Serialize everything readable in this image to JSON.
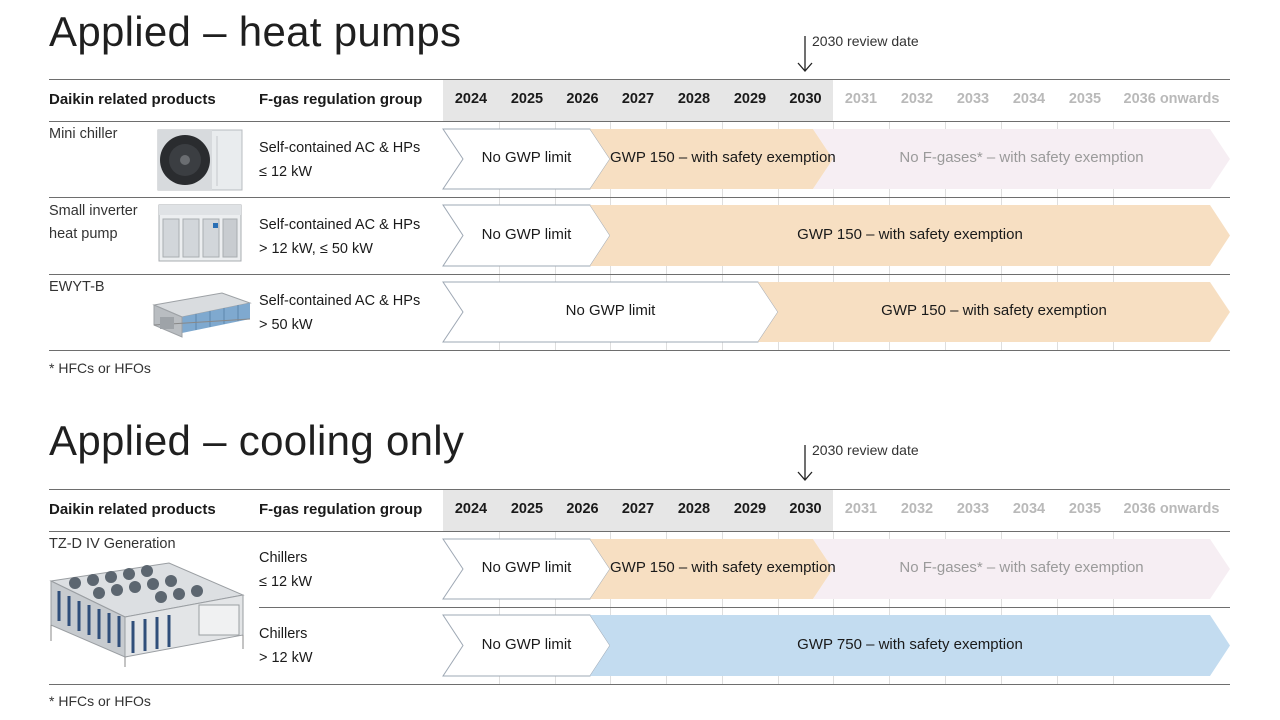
{
  "colors": {
    "none": "#ffffff",
    "gwp150": "#f7dfc2",
    "nofgas": "#f6eef3",
    "gwp750": "#c3dcf0",
    "future_year": "#b9b9b9",
    "header_shade": "#e6e6e6"
  },
  "sections": [
    {
      "title": "Applied – heat pumps",
      "review": "2030 review date",
      "headers": {
        "products": "Daikin related products",
        "group": "F-gas regulation group"
      },
      "years": [
        "2024",
        "2025",
        "2026",
        "2027",
        "2028",
        "2029",
        "2030",
        "2031",
        "2032",
        "2033",
        "2034",
        "2035",
        "2036 onwards"
      ],
      "rows": [
        {
          "product": "Mini chiller",
          "product_image": "mini-chiller-unit",
          "group_line1": "Self-contained AC & HPs",
          "group_line2": "≤ 12 kW",
          "bars": [
            {
              "label": "No GWP limit",
              "start": "2024",
              "end": "2026",
              "color": "none"
            },
            {
              "label": "GWP 150 – with safety exemption",
              "start": "2027",
              "end": "2030",
              "color": "gwp150"
            },
            {
              "label": "No F-gases* – with safety exemption",
              "start": "2031",
              "end": "2036 onwards",
              "color": "nofgas"
            }
          ]
        },
        {
          "product": "Small inverter heat pump",
          "product_line1": "Small inverter",
          "product_line2": "heat pump",
          "product_image": "inverter-heat-pump-unit",
          "group_line1": "Self-contained AC & HPs",
          "group_line2": "> 12 kW, ≤ 50 kW",
          "bars": [
            {
              "label": "No GWP limit",
              "start": "2024",
              "end": "2026",
              "color": "none"
            },
            {
              "label": "GWP 150 – with safety exemption",
              "start": "2027",
              "end": "2036 onwards",
              "color": "gwp150"
            }
          ]
        },
        {
          "product": "EWYT-B",
          "product_image": "ewyt-b-chiller-unit",
          "group_line1": "Self-contained AC & HPs",
          "group_line2": "> 50 kW",
          "bars": [
            {
              "label": "No GWP limit",
              "start": "2024",
              "end": "2029",
              "color": "none"
            },
            {
              "label": "GWP 150 – with safety exemption",
              "start": "2030",
              "end": "2036 onwards",
              "color": "gwp150"
            }
          ]
        }
      ],
      "footnote": "* HFCs or HFOs"
    },
    {
      "title": "Applied – cooling only",
      "review": "2030 review date",
      "headers": {
        "products": "Daikin related products",
        "group": "F-gas regulation group"
      },
      "years": [
        "2024",
        "2025",
        "2026",
        "2027",
        "2028",
        "2029",
        "2030",
        "2031",
        "2032",
        "2033",
        "2034",
        "2035",
        "2036 onwards"
      ],
      "product_block": {
        "label": "TZ-D IV Generation",
        "image": "tz-d-chiller-unit"
      },
      "rows": [
        {
          "group_line1": "Chillers",
          "group_line2": "≤ 12 kW",
          "bars": [
            {
              "label": "No GWP limit",
              "start": "2024",
              "end": "2026",
              "color": "none"
            },
            {
              "label": "GWP 150 – with safety exemption",
              "start": "2027",
              "end": "2030",
              "color": "gwp150"
            },
            {
              "label": "No F-gases* – with safety exemption",
              "start": "2031",
              "end": "2036 onwards",
              "color": "nofgas"
            }
          ]
        },
        {
          "group_line1": "Chillers",
          "group_line2": "> 12 kW",
          "bars": [
            {
              "label": "No GWP limit",
              "start": "2024",
              "end": "2026",
              "color": "none"
            },
            {
              "label": "GWP 750 – with safety exemption",
              "start": "2027",
              "end": "2036 onwards",
              "color": "gwp750"
            }
          ]
        }
      ],
      "footnote": "* HFCs or HFOs"
    }
  ]
}
